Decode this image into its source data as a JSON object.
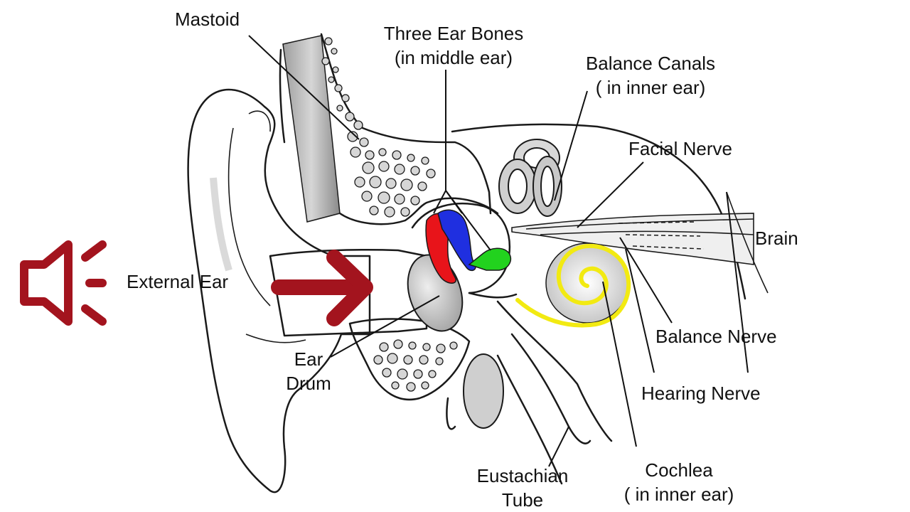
{
  "labels": {
    "mastoid": "Mastoid",
    "three_ear_bones_line1": "Three Ear Bones",
    "three_ear_bones_line2": "(in middle ear)",
    "balance_canals_line1": "Balance Canals",
    "balance_canals_line2": "( in inner ear)",
    "facial_nerve": "Facial Nerve",
    "brain": "Brain",
    "external_ear": "External Ear",
    "balance_nerve": "Balance Nerve",
    "hearing_nerve": "Hearing Nerve",
    "ear_drum_line1": "Ear",
    "ear_drum_line2": "Drum",
    "eustachian_tube_line1": "Eustachian",
    "eustachian_tube_line2": "Tube",
    "cochlea_line1": "Cochlea",
    "cochlea_line2": "( in inner ear)"
  },
  "icons": {
    "speaker": "speaker-sound-icon",
    "arrow": "right-arrow-icon"
  },
  "colors": {
    "accent_red": "#a3141e",
    "bone_red": "#e8141a",
    "bone_blue": "#1f2fe0",
    "bone_green": "#22d21e",
    "cochlea_yellow": "#f2ea12"
  }
}
